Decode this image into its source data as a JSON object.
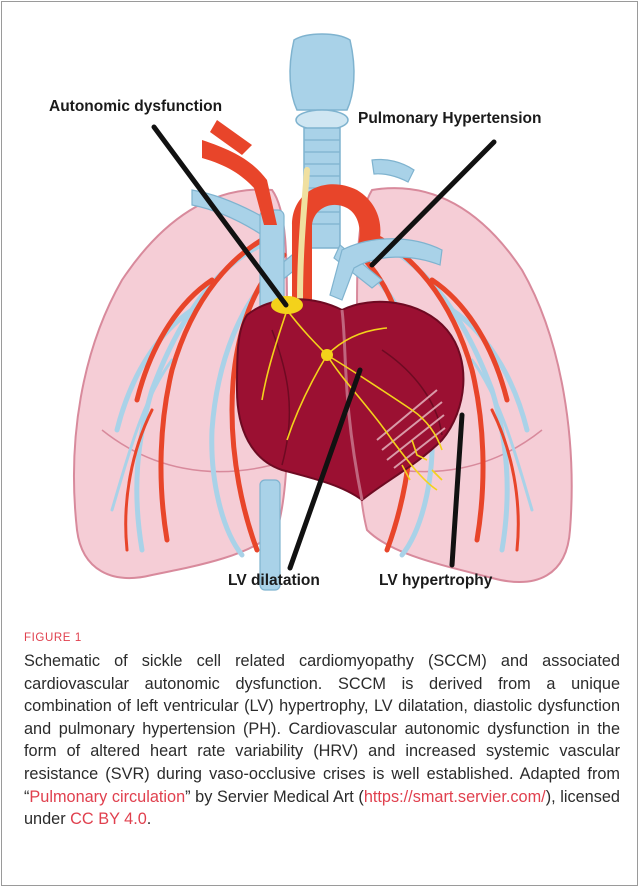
{
  "labels": {
    "autonomic": "Autonomic dysfunction",
    "pulmonary": "Pulmonary Hypertension",
    "lv_dilatation": "LV dilatation",
    "lv_hypertrophy": "LV hypertrophy"
  },
  "figure": {
    "label": "FIGURE 1",
    "caption": {
      "text_1": "Schematic of sickle cell related cardiomyopathy (SCCM) and associated cardiovascular autonomic dysfunction. SCCM is derived from a unique combination of left ventricular (LV) hypertrophy, LV dilatation, diastolic dysfunction and pulmonary hypertension (PH). Cardiovascular autonomic dysfunction in the form of altered heart rate variability (HRV) and increased systemic vascular resistance (SVR) during vaso-occlusive crises is well established. Adapted from “",
      "link_1": "Pulmonary circulation",
      "text_2": "” by Servier Medical Art (",
      "link_2": "https://smart.servier.com/",
      "text_3": "), licensed under ",
      "link_3": "CC BY 4.0",
      "text_4": "."
    }
  },
  "colors": {
    "lung_fill": "#f5cdd6",
    "lung_stroke": "#d88a9c",
    "vein_blue": "#a9d2e8",
    "artery_red": "#e8452a",
    "heart": "#9b1032",
    "nerve_yellow": "#f3d21b",
    "accent_link": "#e0404e"
  }
}
